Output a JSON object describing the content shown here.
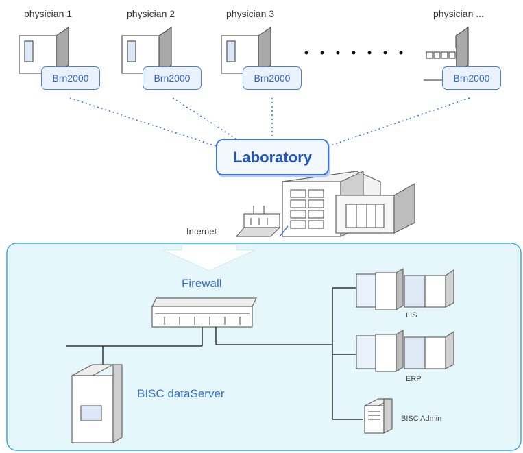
{
  "physicians": [
    {
      "label": "physician 1",
      "software": "Brn2000"
    },
    {
      "label": "physician 2",
      "software": "Brn2000"
    },
    {
      "label": "physician 3",
      "software": "Brn2000"
    },
    {
      "label": "physician ...",
      "software": "Brn2000"
    }
  ],
  "laboratory": {
    "label": "Laboratory"
  },
  "internet": {
    "label": "Internet"
  },
  "network": {
    "firewall": "Firewall",
    "data_server": "BISC dataServer",
    "server_1": "LIS",
    "server_2": "ERP",
    "admin": "BISC Admin"
  },
  "colors": {
    "accent_blue": "#3d74e0",
    "zone_fill": "#e6f7fc",
    "zone_border": "#3aa8e0"
  }
}
